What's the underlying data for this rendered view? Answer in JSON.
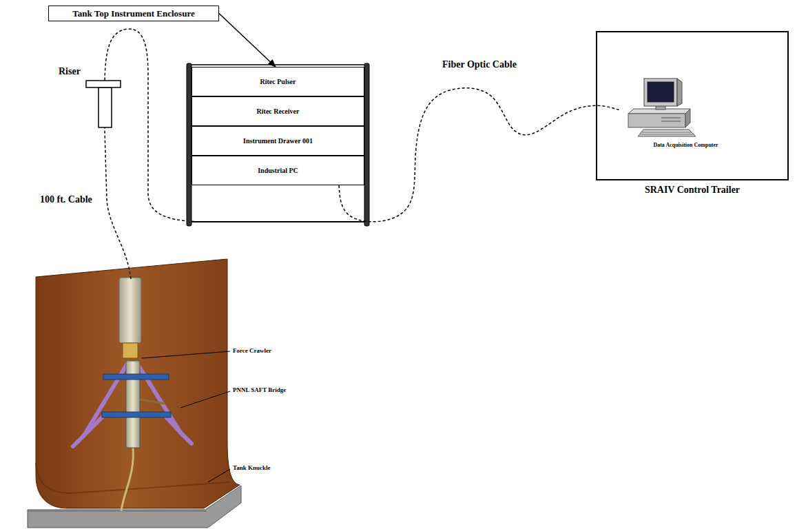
{
  "diagram": {
    "nodes": [
      {
        "text": [
          "Tank Top Instrument Enclosure"
        ]
      },
      {
        "text": [
          "Ritec Pulser"
        ]
      },
      {
        "text": [
          "Ritec Receiver"
        ]
      },
      {
        "text": [
          "Instrument Drawer 001"
        ]
      },
      {
        "text": [
          "Industrial PC"
        ]
      },
      {
        "text": [
          "SRAIV Control Trailer"
        ]
      },
      {
        "text": [
          "Data Acquisition Computer"
        ],
        "in": 5
      }
    ],
    "edges": [
      {
        "from": 0,
        "to": 1,
        "arrow": "to"
      },
      {
        "from": 4,
        "to": 6,
        "label": "Fiber Optic Cable",
        "arrow": "none"
      }
    ],
    "labels": [
      "Riser",
      "100 ft. Cable",
      "Force Crawler",
      "PNNL SAFT Bridge",
      "Tank Knuckle"
    ]
  }
}
